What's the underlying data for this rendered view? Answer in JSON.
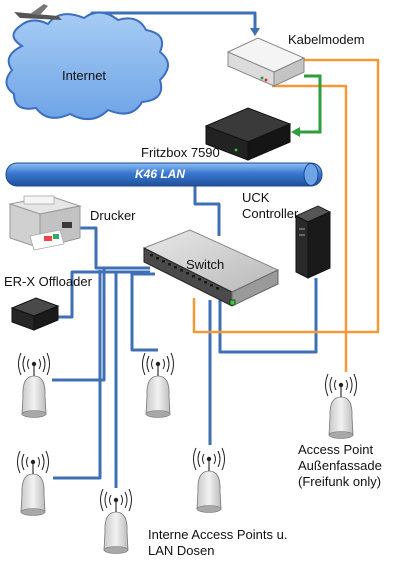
{
  "labels": {
    "internet": "Internet",
    "modem": "Kabelmodem",
    "fritzbox": "Fritzbox 7590",
    "lan_bus": "K46 LAN",
    "printer": "Drucker",
    "uck_line1": "UCK",
    "uck_line2": "Controller",
    "switch": "Switch",
    "erx": "ER-X Offloader",
    "ap_outdoor_line1": "Access Point",
    "ap_outdoor_line2": "Außenfassade",
    "ap_outdoor_line3": "(Freifunk only)",
    "ap_indoor_line1": "Interne Access Points u.",
    "ap_indoor_line2": "LAN Dosen"
  },
  "colors": {
    "lan_cable": "#3f6fb5",
    "wan_cable": "#f29a3a",
    "uplink_cable": "#2e9e3a",
    "cloud_fill": "#7fb1ea",
    "cloud_stroke": "#3d6fc0",
    "bus_fill": "#3a78d0"
  },
  "icons": {
    "internet": "cloud-icon",
    "modem": "modem-icon",
    "router": "router-icon",
    "switch": "switch-icon",
    "server": "server-icon",
    "printer": "printer-icon",
    "gateway": "gateway-icon",
    "access_point": "access-point-icon"
  }
}
